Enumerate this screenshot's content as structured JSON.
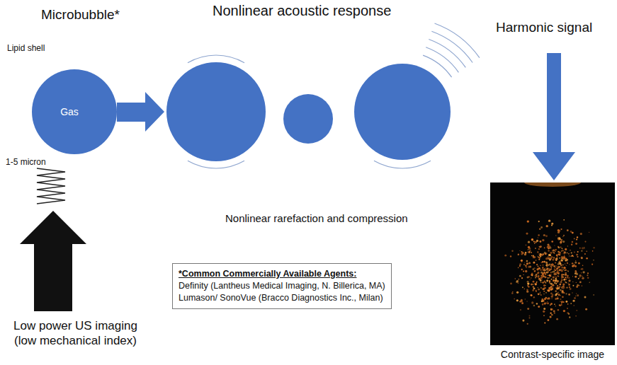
{
  "diagram": {
    "nodes": [
      {
        "text": [
          "Gas"
        ]
      },
      {
        "text": [
          "*Common Commercially Available Agents:",
          "Definity (Lantheus Medical Imaging, N. Billerica, MA)",
          "Lumason/ SonoVue (Bracco Diagnostics Inc., Milan)"
        ]
      },
      {
        "text": [
          "Contrast-specific image"
        ]
      }
    ],
    "labels": [
      "Microbubble*",
      "Lipid shell",
      "1-5 micron",
      "Nonlinear acoustic response",
      "Harmonic signal",
      "Nonlinear rarefaction and compression",
      "Low power US imaging (low mechanical index)"
    ]
  }
}
